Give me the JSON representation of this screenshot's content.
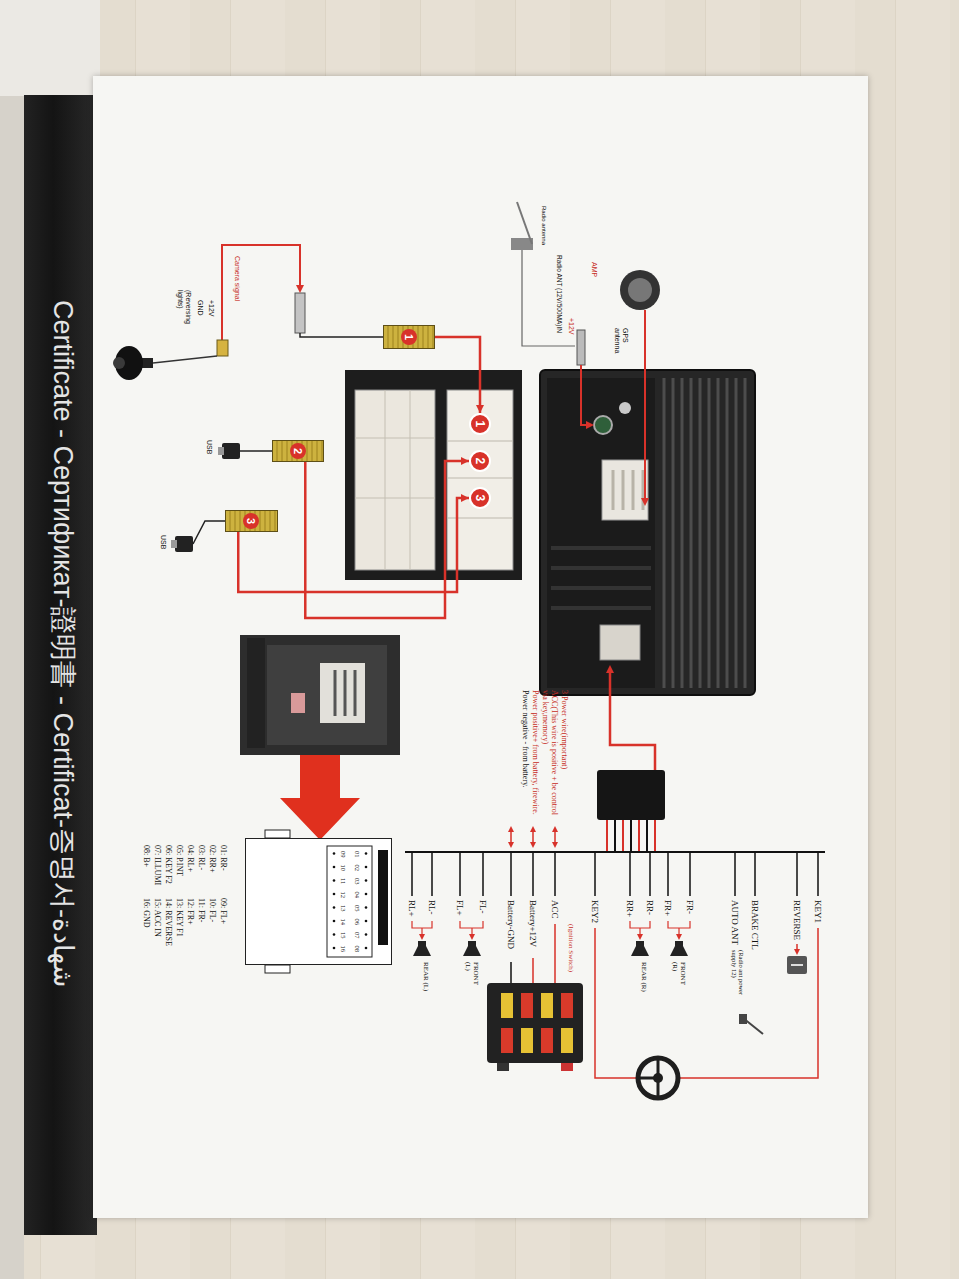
{
  "diagram": {
    "nodes": [
      {
        "text": [
          "1"
        ]
      },
      {
        "text": [
          "2"
        ]
      },
      {
        "text": [
          "3"
        ]
      },
      {
        "text": [
          "1"
        ]
      },
      {
        "text": [
          "2"
        ]
      },
      {
        "text": [
          "3"
        ]
      },
      {
        "text": [
          "01",
          "02",
          "03",
          "04",
          "05",
          "06",
          "07",
          "08",
          "09",
          "10",
          "11",
          "12",
          "13",
          "14",
          "15",
          "16"
        ]
      }
    ],
    "edges": [
      {
        "from": 0,
        "to": 3,
        "arrow": "to"
      },
      {
        "from": 1,
        "to": 4,
        "arrow": "to"
      },
      {
        "from": 2,
        "to": 5,
        "arrow": "to"
      }
    ],
    "labels": [
      "Certificate - Сертификат-證明書 - Certificat-증명서-شهادة",
      "Radio antenna",
      "AMP",
      "+12V",
      "Radio ANT (12V/500MA)IN",
      "GPS antenna",
      "Camera signal",
      "+12V",
      "GND",
      "(Reversing lights)",
      "USB",
      "USB",
      "3 Power wire(important)",
      "ACC(This wire is positive + be control via key,memory)",
      "Power positive+ from battery, firewire.",
      "Power negative - from battery.",
      "KEY1",
      "REVERSE",
      "BRAKE CTL",
      "AUTO ANT",
      "FR-",
      "FR+",
      "RR-",
      "RR+",
      "KEY2",
      "ACC",
      "Battery+12V",
      "Battery-GND",
      "FL-",
      "FL+",
      "RL-",
      "RL+",
      "(Radio ant power supply 12)",
      "FRONT (R)",
      "REAR (R)",
      "(Ignition Switch)",
      "FRONT (L)",
      "REAR (L)",
      "01: RR-",
      "02: RR+",
      "03: RL-",
      "04: RL+",
      "05: P.INT",
      "06: KEY F2",
      "07: ILLUMI",
      "08: B+",
      "09: FL+",
      "10: FL-",
      "11: FR-",
      "12: FR+",
      "13: KEY F1",
      "14: REVERSE",
      "15: ACC IN",
      "16: GND"
    ]
  }
}
